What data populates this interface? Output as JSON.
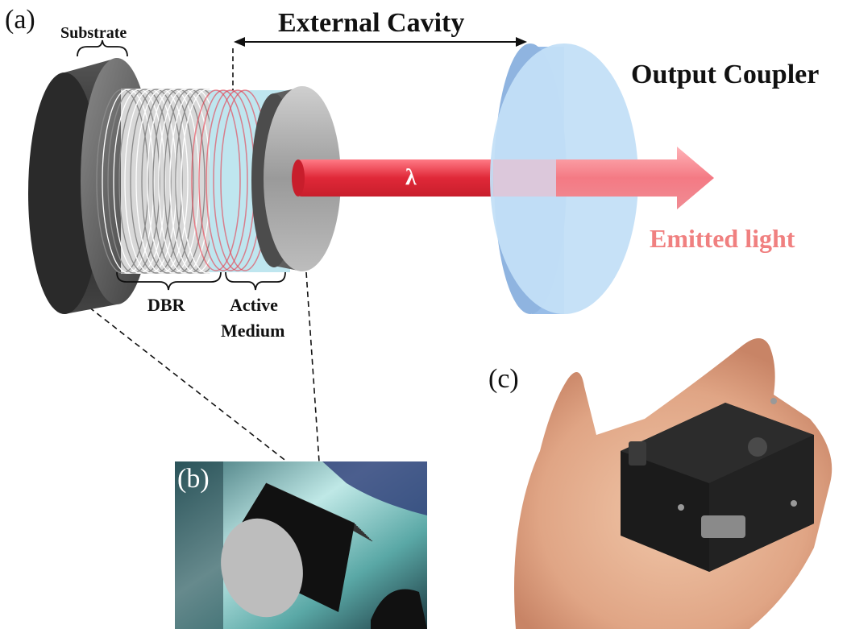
{
  "panels": {
    "a": "(a)",
    "b": "(b)",
    "c": "(c)"
  },
  "labels": {
    "substrate": "Substrate",
    "external_cavity": "External Cavity",
    "output_coupler": "Output Coupler",
    "lambda": "λ",
    "emitted_light": "Emitted light",
    "dbr": "DBR",
    "active_medium_1": "Active",
    "active_medium_2": "Medium"
  },
  "colors": {
    "beam": "#e8384a",
    "emitted_text": "#f08080",
    "coupler": "#a9ccef",
    "substrate": "#3a3a3a",
    "active_tint": "#bfe6ef"
  }
}
